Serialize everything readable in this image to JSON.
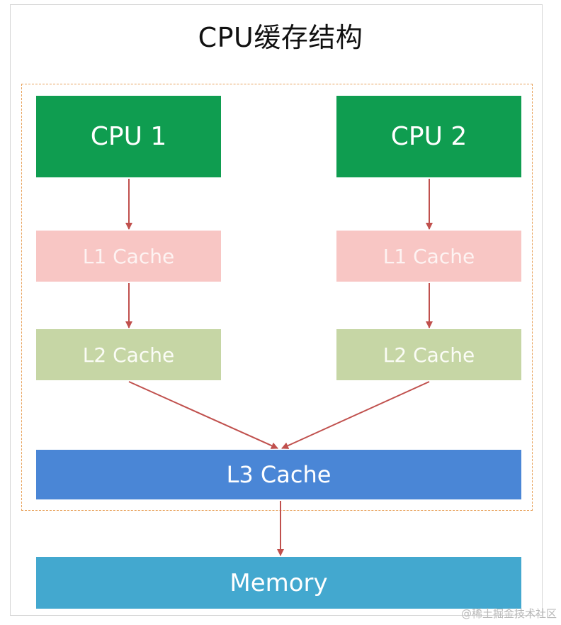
{
  "title": "CPU缓存结构",
  "nodes": {
    "cpu1": "CPU 1",
    "cpu2": "CPU 2",
    "l1_left": "L1 Cache",
    "l1_right": "L1 Cache",
    "l2_left": "L2 Cache",
    "l2_right": "L2 Cache",
    "l3": "L3 Cache",
    "memory": "Memory"
  },
  "edges": [
    {
      "from": "CPU 1",
      "to": "L1 Cache (left)"
    },
    {
      "from": "L1 Cache (left)",
      "to": "L2 Cache (left)"
    },
    {
      "from": "CPU 2",
      "to": "L1 Cache (right)"
    },
    {
      "from": "L1 Cache (right)",
      "to": "L2 Cache (right)"
    },
    {
      "from": "L2 Cache (left)",
      "to": "L3 Cache"
    },
    {
      "from": "L2 Cache (right)",
      "to": "L3 Cache"
    },
    {
      "from": "L3 Cache",
      "to": "Memory"
    }
  ],
  "colors": {
    "cpu": "#0f9d50",
    "l1": "#f8c6c4",
    "l2": "#c6d6a5",
    "l3": "#4a86d6",
    "memory": "#43a8cf",
    "arrow": "#c0504d",
    "dashed_border": "#e8a25c"
  },
  "watermark": "@稀土掘金技术社区"
}
